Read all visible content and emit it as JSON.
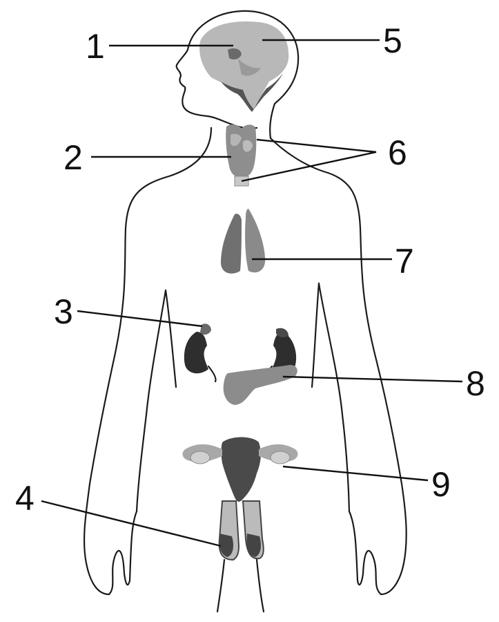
{
  "labels": [
    {
      "id": "1",
      "text": "1"
    },
    {
      "id": "2",
      "text": "2"
    },
    {
      "id": "3",
      "text": "3"
    },
    {
      "id": "4",
      "text": "4"
    },
    {
      "id": "5",
      "text": "5"
    },
    {
      "id": "6",
      "text": "6"
    },
    {
      "id": "7",
      "text": "7"
    },
    {
      "id": "8",
      "text": "8"
    },
    {
      "id": "9",
      "text": "9"
    }
  ],
  "colors": {
    "outline": "#1a1a1a",
    "brain_light": "#b8b8b8",
    "brain_dark": "#555555",
    "organ_mid": "#8a8a8a",
    "organ_dark": "#2e2e2e"
  }
}
